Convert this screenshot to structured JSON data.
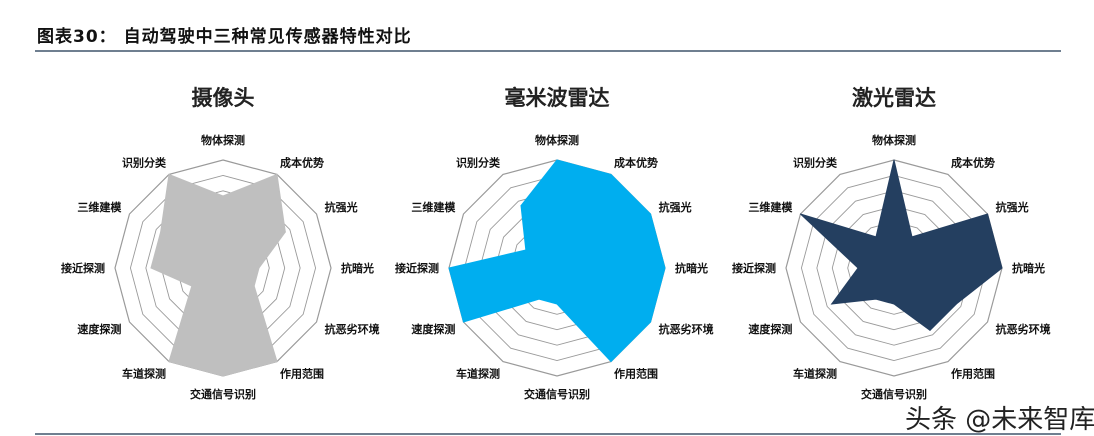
{
  "figure_title": "图表30：   自动驾驶中三种常见传感器特性对比",
  "watermark": "头条 @未来智库",
  "chart_data": [
    {
      "type": "radar",
      "title": "摄像头",
      "color": "#bfbfbf",
      "axes": [
        "物体探测",
        "成本优势",
        "抗强光",
        "抗暗光",
        "抗恶劣环境",
        "作用范围",
        "交通信号识别",
        "车道探测",
        "速度探测",
        "接近探测",
        "三维建模",
        "识别分类"
      ],
      "values": [
        2,
        3,
        2,
        1,
        1,
        3,
        3,
        3,
        1,
        2,
        2,
        3
      ],
      "rmax": 3
    },
    {
      "type": "radar",
      "title": "毫米波雷达",
      "color": "#00aeef",
      "axes": [
        "物体探测",
        "成本优势",
        "抗强光",
        "抗暗光",
        "抗恶劣环境",
        "作用范围",
        "交通信号识别",
        "车道探测",
        "速度探测",
        "接近探测",
        "三维建模",
        "识别分类"
      ],
      "values": [
        3,
        3,
        3,
        3,
        3,
        3,
        1,
        1,
        3,
        3,
        1,
        2
      ],
      "rmax": 3
    },
    {
      "type": "radar",
      "title": "激光雷达",
      "color": "#243f60",
      "axes": [
        "物体探测",
        "成本优势",
        "抗强光",
        "抗暗光",
        "抗恶劣环境",
        "作用范围",
        "交通信号识别",
        "车道探测",
        "速度探测",
        "接近探测",
        "三维建模",
        "识别分类"
      ],
      "values": [
        3,
        1,
        3,
        3,
        2,
        2,
        1,
        1,
        2,
        1,
        3,
        1
      ],
      "rmax": 3
    }
  ]
}
